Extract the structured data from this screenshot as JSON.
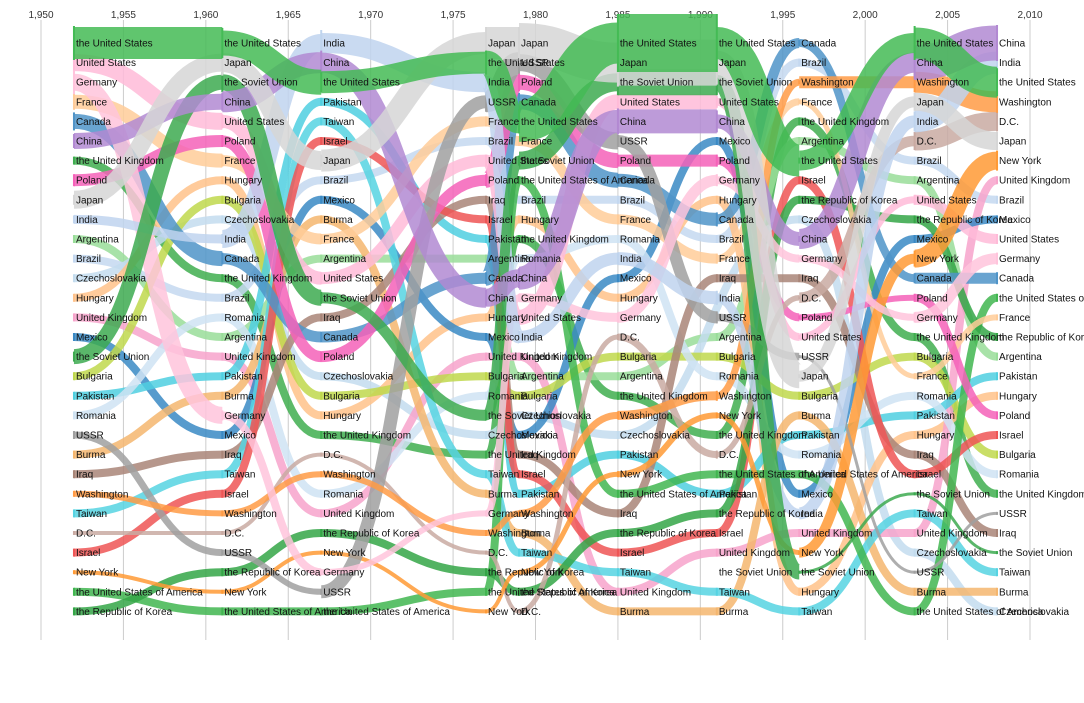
{
  "chart_data": {
    "type": "bump-flow",
    "title": "",
    "xlabel": "",
    "ylabel": "",
    "xlim": [
      1950,
      2010
    ],
    "x_ticks": [
      "1,950",
      "1,955",
      "1,960",
      "1,965",
      "1,970",
      "1,975",
      "1,980",
      "1,985",
      "1,990",
      "1,995",
      "2,000",
      "2,005",
      "2,010"
    ],
    "grid": "vertical",
    "columns": [
      {
        "year": 1952,
        "entities": [
          "the United States",
          "United States",
          "Germany",
          "France",
          "Canada",
          "China",
          "the United Kingdom",
          "Poland",
          "Japan",
          "India",
          "Argentina",
          "Brazil",
          "Czechoslovakia",
          "Hungary",
          "United Kingdom",
          "Mexico",
          "the Soviet Union",
          "Bulgaria",
          "Pakistan",
          "Romania",
          "USSR",
          "Burma",
          "Iraq",
          "Washington",
          "Taiwan",
          "D.C.",
          "Israel",
          "New York",
          "the United States of America",
          "the Republic of Korea"
        ]
      },
      {
        "year": 1961,
        "entities": [
          "the United States",
          "Japan",
          "the Soviet Union",
          "China",
          "United States",
          "Poland",
          "France",
          "Hungary",
          "Bulgaria",
          "Czechoslovakia",
          "India",
          "Canada",
          "the United Kingdom",
          "Brazil",
          "Romania",
          "Argentina",
          "United Kingdom",
          "Pakistan",
          "Burma",
          "Germany",
          "Mexico",
          "Iraq",
          "Taiwan",
          "Israel",
          "Washington",
          "D.C.",
          "USSR",
          "the Republic of Korea",
          "New York",
          "the United States of America"
        ]
      },
      {
        "year": 1967,
        "entities": [
          "India",
          "China",
          "the United States",
          "Pakistan",
          "Taiwan",
          "Israel",
          "Japan",
          "Brazil",
          "Mexico",
          "Burma",
          "France",
          "Argentina",
          "United States",
          "the Soviet Union",
          "Iraq",
          "Canada",
          "Poland",
          "Czechoslovakia",
          "Bulgaria",
          "Hungary",
          "the United Kingdom",
          "D.C.",
          "Washington",
          "Romania",
          "United Kingdom",
          "the Republic of Korea",
          "New York",
          "Germany",
          "USSR",
          "the United States of America"
        ]
      },
      {
        "year": 1977,
        "entities": [
          "Japan",
          "the United States",
          "India",
          "USSR",
          "France",
          "Brazil",
          "United States",
          "Poland",
          "Iraq",
          "Israel",
          "Pakistan",
          "Argentina",
          "Canada",
          "China",
          "Hungary",
          "Mexico",
          "United Kingdom",
          "Bulgaria",
          "Romania",
          "the Soviet Union",
          "Czechoslovakia",
          "the United Kingdom",
          "Taiwan",
          "Burma",
          "Germany",
          "Washington",
          "D.C.",
          "the Republic of Korea",
          "the United States of America",
          "New York"
        ]
      },
      {
        "year": 1979,
        "entities": [
          "Japan",
          "USSR",
          "Poland",
          "Canada",
          "the United States",
          "France",
          "the Soviet Union",
          "the United States of America",
          "Brazil",
          "Hungary",
          "the United Kingdom",
          "Romania",
          "China",
          "Germany",
          "United States",
          "India",
          "United Kingdom",
          "Argentina",
          "Bulgaria",
          "Czechoslovakia",
          "Mexico",
          "Iraq",
          "Israel",
          "Pakistan",
          "Washington",
          "Burma",
          "Taiwan",
          "New York",
          "the Republic of Korea",
          "D.C."
        ]
      },
      {
        "year": 1985,
        "entities": [
          "the United States",
          "Japan",
          "the Soviet Union",
          "United States",
          "China",
          "USSR",
          "Poland",
          "Canada",
          "Brazil",
          "France",
          "Romania",
          "India",
          "Mexico",
          "Hungary",
          "Germany",
          "D.C.",
          "Bulgaria",
          "Argentina",
          "the United Kingdom",
          "Washington",
          "Czechoslovakia",
          "Pakistan",
          "New York",
          "the United States of America",
          "Iraq",
          "the Republic of Korea",
          "Israel",
          "Taiwan",
          "United Kingdom",
          "Burma"
        ]
      },
      {
        "year": 1991,
        "entities": [
          "the United States",
          "Japan",
          "the Soviet Union",
          "United States",
          "China",
          "Mexico",
          "Poland",
          "Germany",
          "Hungary",
          "Canada",
          "Brazil",
          "France",
          "Iraq",
          "India",
          "USSR",
          "Argentina",
          "Bulgaria",
          "Romania",
          "Washington",
          "New York",
          "the United Kingdom",
          "D.C.",
          "the United States of America",
          "Pakistan",
          "the Republic of Korea",
          "Israel",
          "United Kingdom",
          "the Soviet Union",
          "Taiwan",
          "Burma"
        ]
      },
      {
        "year": 1996,
        "entities": [
          "Canada",
          "Brazil",
          "Washington",
          "France",
          "the United Kingdom",
          "Argentina",
          "the United States",
          "Israel",
          "the Republic of Korea",
          "Czechoslovakia",
          "China",
          "Germany",
          "Iraq",
          "D.C.",
          "Poland",
          "United States",
          "USSR",
          "Japan",
          "Bulgaria",
          "Burma",
          "Pakistan",
          "Romania",
          "the United States of America",
          "Mexico",
          "India",
          "United Kingdom",
          "New York",
          "the Soviet Union",
          "Hungary",
          "Taiwan"
        ]
      },
      {
        "year": 2003,
        "entities": [
          "the United States",
          "China",
          "Washington",
          "Japan",
          "India",
          "D.C.",
          "Brazil",
          "Argentina",
          "United States",
          "the Republic of Korea",
          "Mexico",
          "New York",
          "Canada",
          "Poland",
          "Germany",
          "the United Kingdom",
          "Bulgaria",
          "France",
          "Romania",
          "Pakistan",
          "Hungary",
          "Iraq",
          "Israel",
          "the Soviet Union",
          "Taiwan",
          "United Kingdom",
          "Czechoslovakia",
          "USSR",
          "Burma",
          "the United States of America"
        ]
      },
      {
        "year": 2008,
        "entities": [
          "China",
          "India",
          "the United States",
          "Washington",
          "D.C.",
          "Japan",
          "New York",
          "United Kingdom",
          "Brazil",
          "Mexico",
          "United States",
          "Germany",
          "Canada",
          "the United States of America",
          "France",
          "the Republic of Korea",
          "Argentina",
          "Pakistan",
          "Hungary",
          "Poland",
          "Israel",
          "Bulgaria",
          "Romania",
          "the United Kingdom",
          "USSR",
          "Iraq",
          "the Soviet Union",
          "Taiwan",
          "Burma",
          "Czechoslovakia"
        ]
      }
    ],
    "colors": {
      "the United States": "#44bb55",
      "United States": "#ffbbd8",
      "Germany": "#ffc4dc",
      "France": "#ffcc99",
      "Canada": "#4f94c8",
      "China": "#b289d2",
      "the United Kingdom": "#3fae4f",
      "Poland": "#f562b9",
      "Japan": "#d6d6d6",
      "India": "#bfd4ee",
      "Argentina": "#99dd99",
      "Brazil": "#c4d8f0",
      "Czechoslovakia": "#c3dcee",
      "Hungary": "#ffc28a",
      "United Kingdom": "#f7a3cb",
      "Mexico": "#3a89c4",
      "the Soviet Union": "#3daa50",
      "Bulgaria": "#bfd84c",
      "Pakistan": "#4fcfe0",
      "Romania": "#cfe3f3",
      "USSR": "#a0a0a0",
      "Burma": "#f4b66e",
      "Iraq": "#a98578",
      "Washington": "#ff9b45",
      "Taiwan": "#56d3e2",
      "D.C.": "#c9aaa2",
      "Israel": "#ee5555",
      "New York": "#ff9a35",
      "the United States of America": "#41b650",
      "the Republic of Korea": "#34a646"
    },
    "widths": {
      "the United States": [
        34,
        30,
        20,
        24,
        24,
        58,
        58,
        6,
        34,
        28
      ],
      "China": [
        14,
        18,
        24,
        16,
        20,
        26,
        22,
        6,
        34,
        36
      ],
      "Japan": [
        10,
        26,
        12,
        32,
        32,
        48,
        44,
        4,
        18,
        18
      ],
      "India": [
        8,
        10,
        26,
        14,
        12,
        12,
        14,
        4,
        20,
        24
      ],
      "USSR": [
        8,
        6,
        6,
        20,
        22,
        12,
        12,
        3,
        3,
        3
      ],
      "the Soviet Union": [
        10,
        20,
        12,
        10,
        10,
        26,
        26,
        3,
        3,
        3
      ],
      "Canada": [
        18,
        12,
        10,
        12,
        18,
        12,
        14,
        6,
        10,
        12
      ],
      "Poland": [
        12,
        12,
        10,
        12,
        18,
        12,
        12,
        4,
        8,
        8
      ],
      "Washington": [
        6,
        6,
        6,
        6,
        6,
        8,
        10,
        4,
        20,
        22
      ],
      "D.C.": [
        4,
        4,
        4,
        4,
        4,
        6,
        8,
        3,
        18,
        20
      ],
      "New York": [
        4,
        4,
        4,
        4,
        4,
        6,
        6,
        4,
        16,
        20
      ],
      "United States": [
        20,
        14,
        12,
        12,
        12,
        18,
        12,
        4,
        10,
        10
      ],
      "Germany": [
        24,
        10,
        6,
        6,
        8,
        10,
        12,
        4,
        10,
        12
      ],
      "France": [
        16,
        12,
        10,
        10,
        10,
        10,
        10,
        4,
        6,
        6
      ]
    },
    "default_width": 8
  }
}
